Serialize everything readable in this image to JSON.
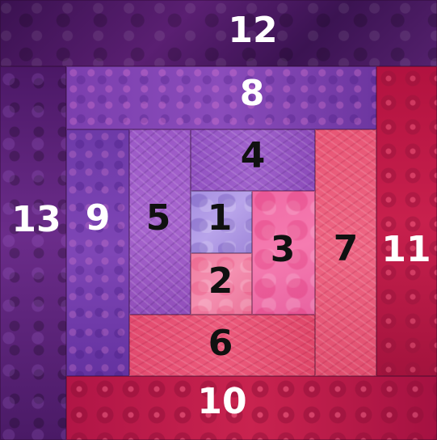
{
  "patches": [
    {
      "label": "1"
    },
    {
      "label": "2"
    },
    {
      "label": "3"
    },
    {
      "label": "4"
    },
    {
      "label": "5"
    },
    {
      "label": "6"
    },
    {
      "label": "7"
    },
    {
      "label": "8"
    },
    {
      "label": "9"
    },
    {
      "label": "10"
    },
    {
      "label": "11"
    },
    {
      "label": "12"
    },
    {
      "label": "13"
    }
  ]
}
